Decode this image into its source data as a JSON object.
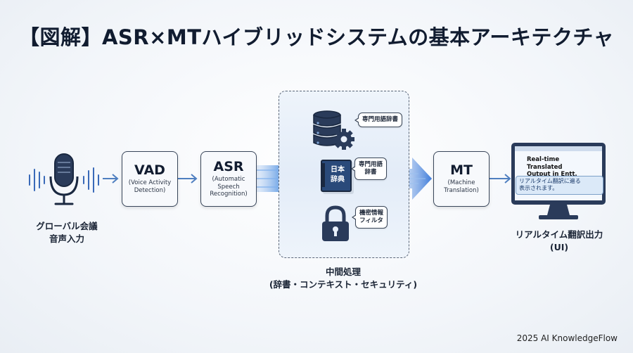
{
  "title": "【図解】ASR×MTハイブリッドシステムの基本アーキテクチャ",
  "input": {
    "line1": "グローバル会議",
    "line2": "音声入力"
  },
  "vad": {
    "name": "VAD",
    "sub1": "(Voice Activity",
    "sub2": "Detection)"
  },
  "asr": {
    "name": "ASR",
    "sub1": "(Automatic",
    "sub2": "Speech",
    "sub3": "Recognition)"
  },
  "middle": {
    "bubble1": "専門用語辞書",
    "bubble2_line1": "専門用語",
    "bubble2_line2": "辞書",
    "book_line1": "日本",
    "book_line2": "辞典",
    "bubble3_line1": "機密情報",
    "bubble3_line2": "フィルタ",
    "label_line1": "中間処理",
    "label_line2": "(辞書・コンテキスト・セキュリティ)"
  },
  "mt": {
    "name": "MT",
    "sub1": "(Machine",
    "sub2": "Translation)"
  },
  "output": {
    "screen_line1": "Real-time Translated",
    "screen_line2": "Output in Entt.",
    "screen_jp1": "リアルタイム翻訳に遍る",
    "screen_jp2": "表示されます。",
    "label_line1": "リアルタイム翻訳出力",
    "label_line2": "(UI)"
  },
  "footer": "2025 AI KnowledgeFlow",
  "colors": {
    "accent": "#2f6fd0",
    "arrow": "#4f7fc0",
    "box_border": "#39465a"
  }
}
